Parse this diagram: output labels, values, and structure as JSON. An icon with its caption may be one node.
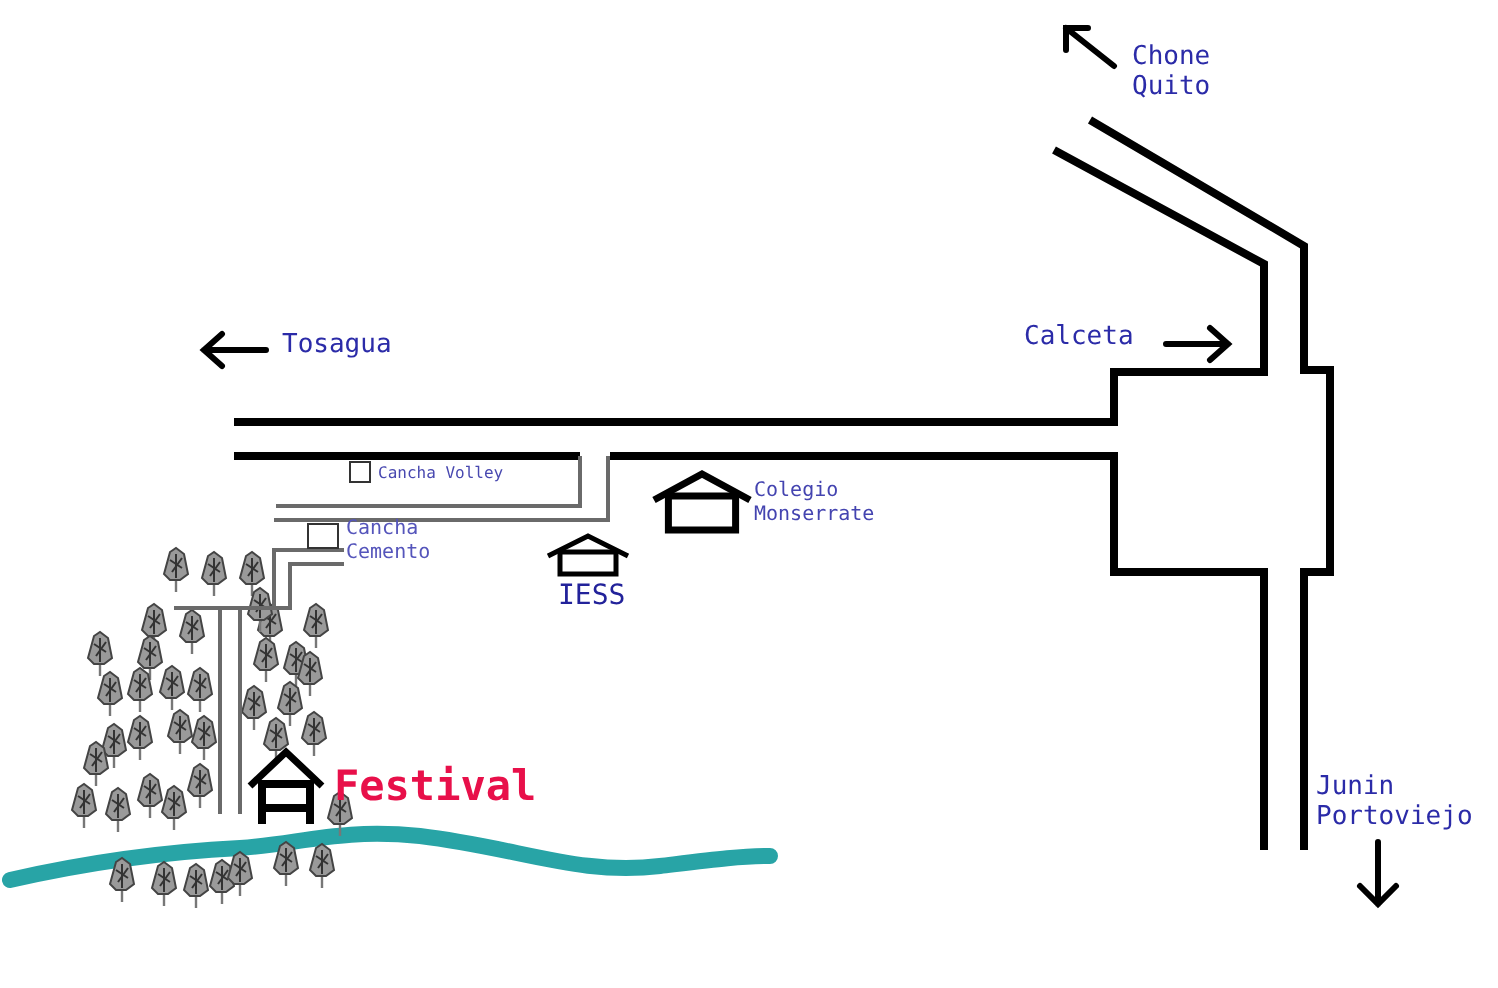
{
  "diagram": {
    "labels": [
      "Chone Quito",
      "Tosagua",
      "Calceta",
      "Cancha Volley",
      "Colegio Monserrate",
      "Cancha Cemento",
      "IESS",
      "Festival",
      "Junin Portoviejo"
    ]
  }
}
